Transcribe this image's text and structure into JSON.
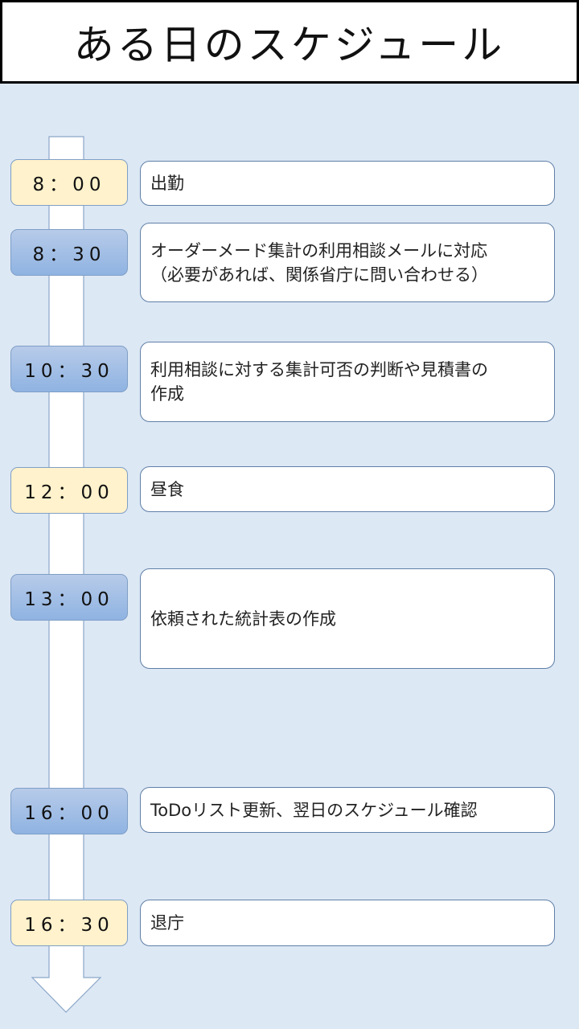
{
  "title": "ある日のスケジュール",
  "colors": {
    "background": "#dde8f5",
    "time_yellow": "#fff2cc",
    "time_blue": "#9dbde6"
  },
  "schedule": [
    {
      "time": "8：00",
      "event": "出勤"
    },
    {
      "time": "8：30",
      "event": "オーダーメード集計の利用相談メールに対応\n（必要があれば、関係省庁に問い合わせる）"
    },
    {
      "time": "10：30",
      "event": "利用相談に対する集計可否の判断や見積書の\n作成"
    },
    {
      "time": "12：00",
      "event": "昼食"
    },
    {
      "time": "13：00",
      "event": "依頼された統計表の作成"
    },
    {
      "time": "16：00",
      "event": "ToDoリスト更新、翌日のスケジュール確認"
    },
    {
      "time": "16：30",
      "event": "退庁"
    }
  ]
}
